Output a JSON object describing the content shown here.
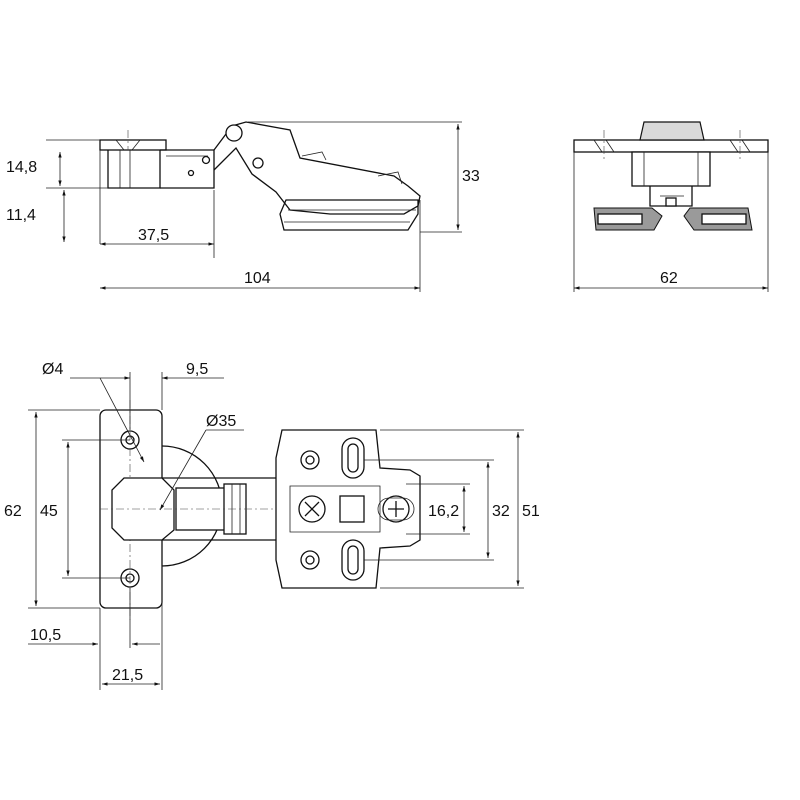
{
  "dimensions": {
    "side_view": {
      "cup_depth": "14,8",
      "offset": "11,4",
      "arm_length": "37,5",
      "total_length": "104",
      "height": "33"
    },
    "end_view": {
      "width": "62"
    },
    "top_view": {
      "hole_diameter": "Ø4",
      "hole_offset": "9,5",
      "cup_diameter": "Ø35",
      "plate_height": "62",
      "hole_spacing": "45",
      "edge_distance": "10,5",
      "cup_offset": "21,5",
      "slot_spacing": "16,2",
      "mount_hole_spacing": "32",
      "mount_plate_height": "51"
    }
  }
}
